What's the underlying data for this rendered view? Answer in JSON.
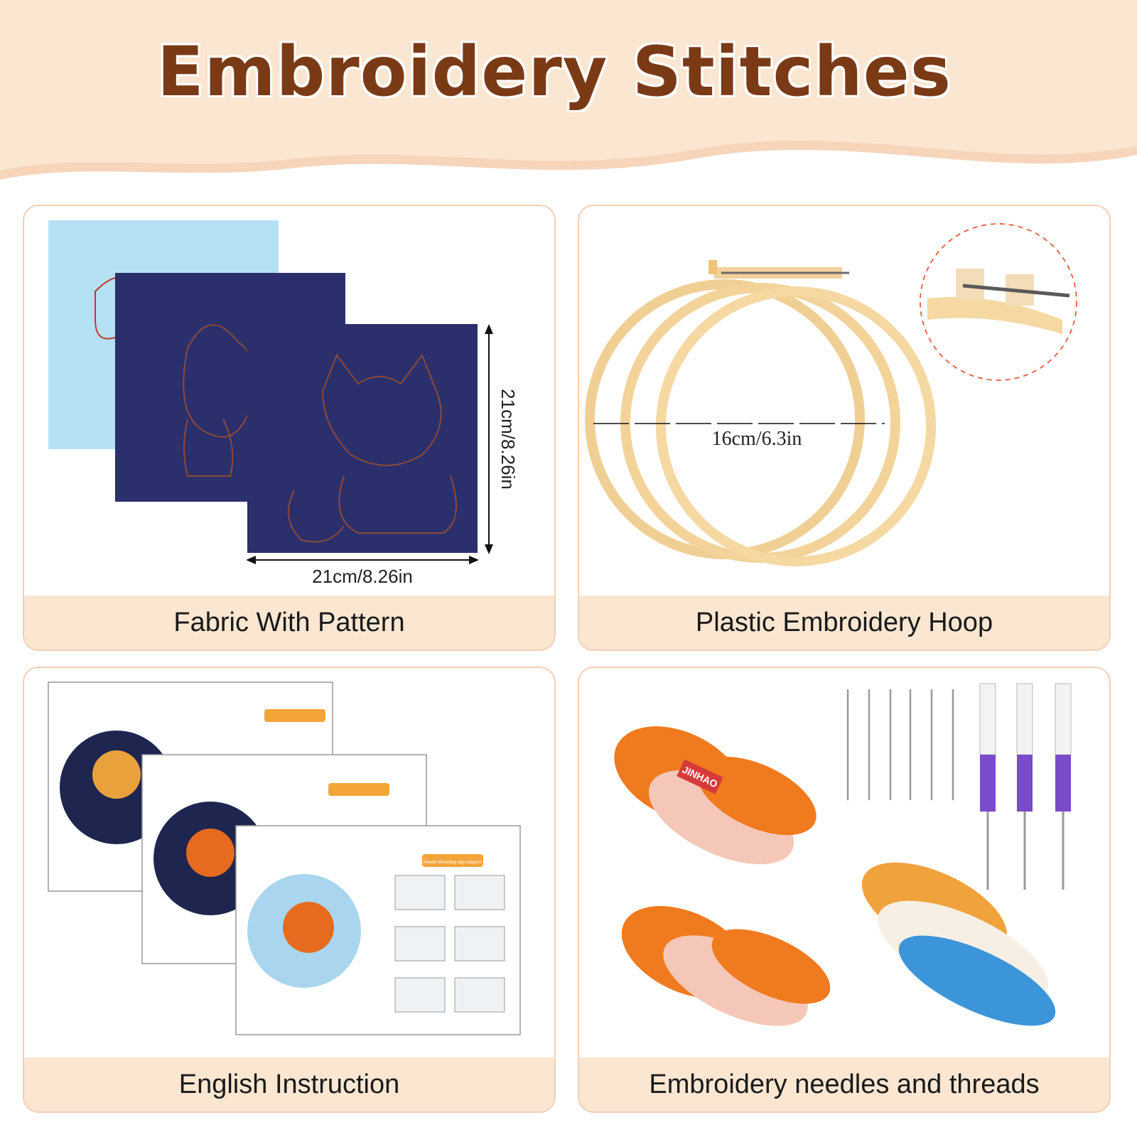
{
  "header": {
    "title": "Embroidery Stitches"
  },
  "panels": [
    {
      "caption": "Fabric With Pattern",
      "dim_vertical": "21cm/8.26in",
      "dim_horizontal": "21cm/8.26in"
    },
    {
      "caption": "Plastic Embroidery Hoop",
      "diameter": "16cm/6.3in"
    },
    {
      "caption": "English Instruction",
      "sheet_header": "Needle threading step diagram"
    },
    {
      "caption": "Embroidery needles and threads",
      "thread_brand": "JINHAO"
    }
  ],
  "colors": {
    "title": "#7b3a16",
    "header_bg": "#fbe6d1",
    "caption_bg": "#fbe6d1",
    "border": "#f2cfb4"
  },
  "counts": {
    "needles": 6,
    "punch_needles": 3,
    "hoops": 3,
    "fabrics": 3
  }
}
